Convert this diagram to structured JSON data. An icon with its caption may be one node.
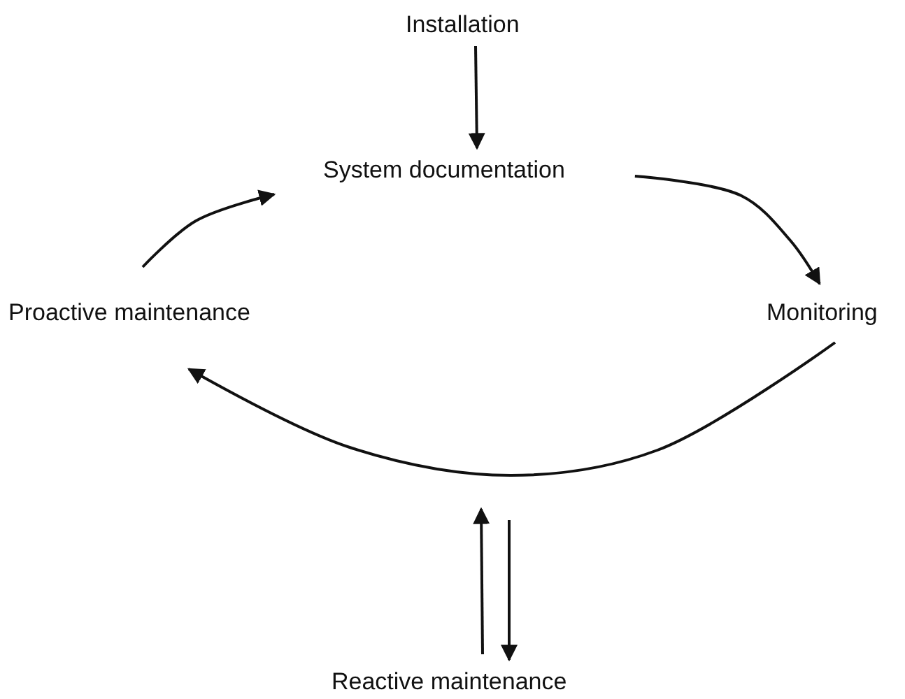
{
  "diagram": {
    "nodes": [
      {
        "text": [
          "Installation"
        ]
      },
      {
        "text": [
          "System documentation"
        ]
      },
      {
        "text": [
          "Monitoring"
        ]
      },
      {
        "text": [
          "Proactive maintenance"
        ]
      },
      {
        "text": [
          "Reactive maintenance"
        ]
      }
    ],
    "edges": [
      {
        "from": 0,
        "to": 1,
        "arrow": "to"
      },
      {
        "from": 1,
        "to": 2,
        "arrow": "to"
      },
      {
        "from": 3,
        "to": 1,
        "arrow": "to"
      },
      {
        "from": 2,
        "to": 3,
        "arrow": "to"
      },
      {
        "from": 4,
        "to": null,
        "arrow": "to"
      },
      {
        "from": null,
        "to": 4,
        "arrow": "to"
      }
    ]
  }
}
